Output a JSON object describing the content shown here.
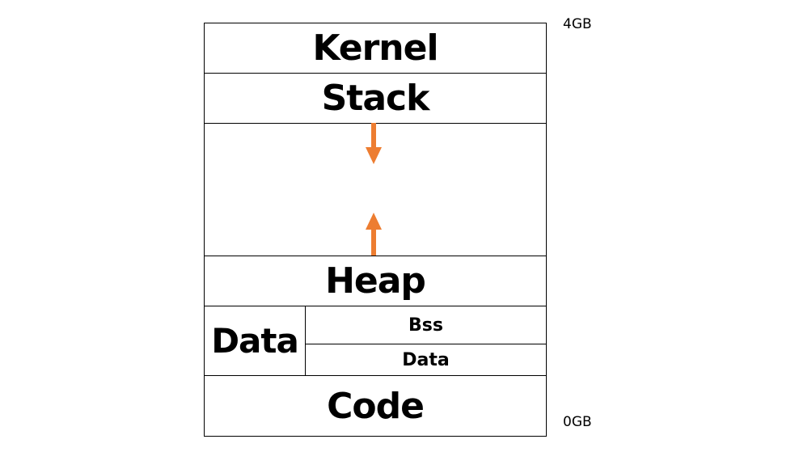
{
  "segments": {
    "kernel": "Kernel",
    "stack": "Stack",
    "heap": "Heap",
    "data": "Data",
    "bss": "Bss",
    "data_sub": "Data",
    "code": "Code"
  },
  "addresses": {
    "top": "4GB",
    "bottom": "0GB"
  },
  "colors": {
    "arrow": "#ED7D31",
    "border": "#000000"
  }
}
